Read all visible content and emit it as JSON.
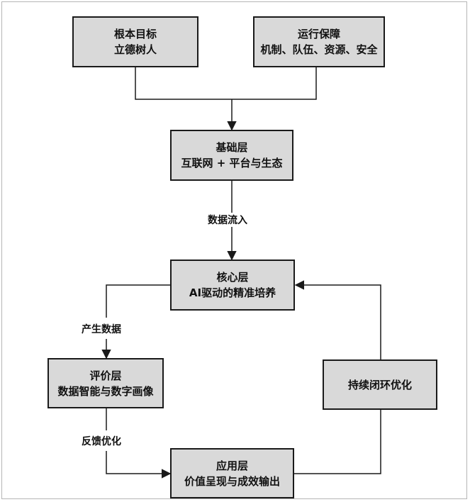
{
  "nodes": {
    "goal": {
      "title": "根本目标",
      "subtitle": "立德树人"
    },
    "support": {
      "title": "运行保障",
      "subtitle": "机制、队伍、资源、安全"
    },
    "base": {
      "title": "基础层",
      "subtitle": "互联网 + 平台与生态"
    },
    "core": {
      "title": "核心层",
      "subtitle": "AI驱动的精准培养"
    },
    "eval": {
      "title": "评价层",
      "subtitle": "数据智能与数字画像"
    },
    "app": {
      "title": "应用层",
      "subtitle": "价值呈现与成效输出"
    },
    "loop": {
      "title": "持续闭环优化"
    }
  },
  "edges": {
    "data_in": "数据流入",
    "produce_data": "产生数据",
    "feedback": "反馈优化"
  },
  "colors": {
    "box_fill": "#d9d9d9",
    "line": "#1a1a1a"
  }
}
